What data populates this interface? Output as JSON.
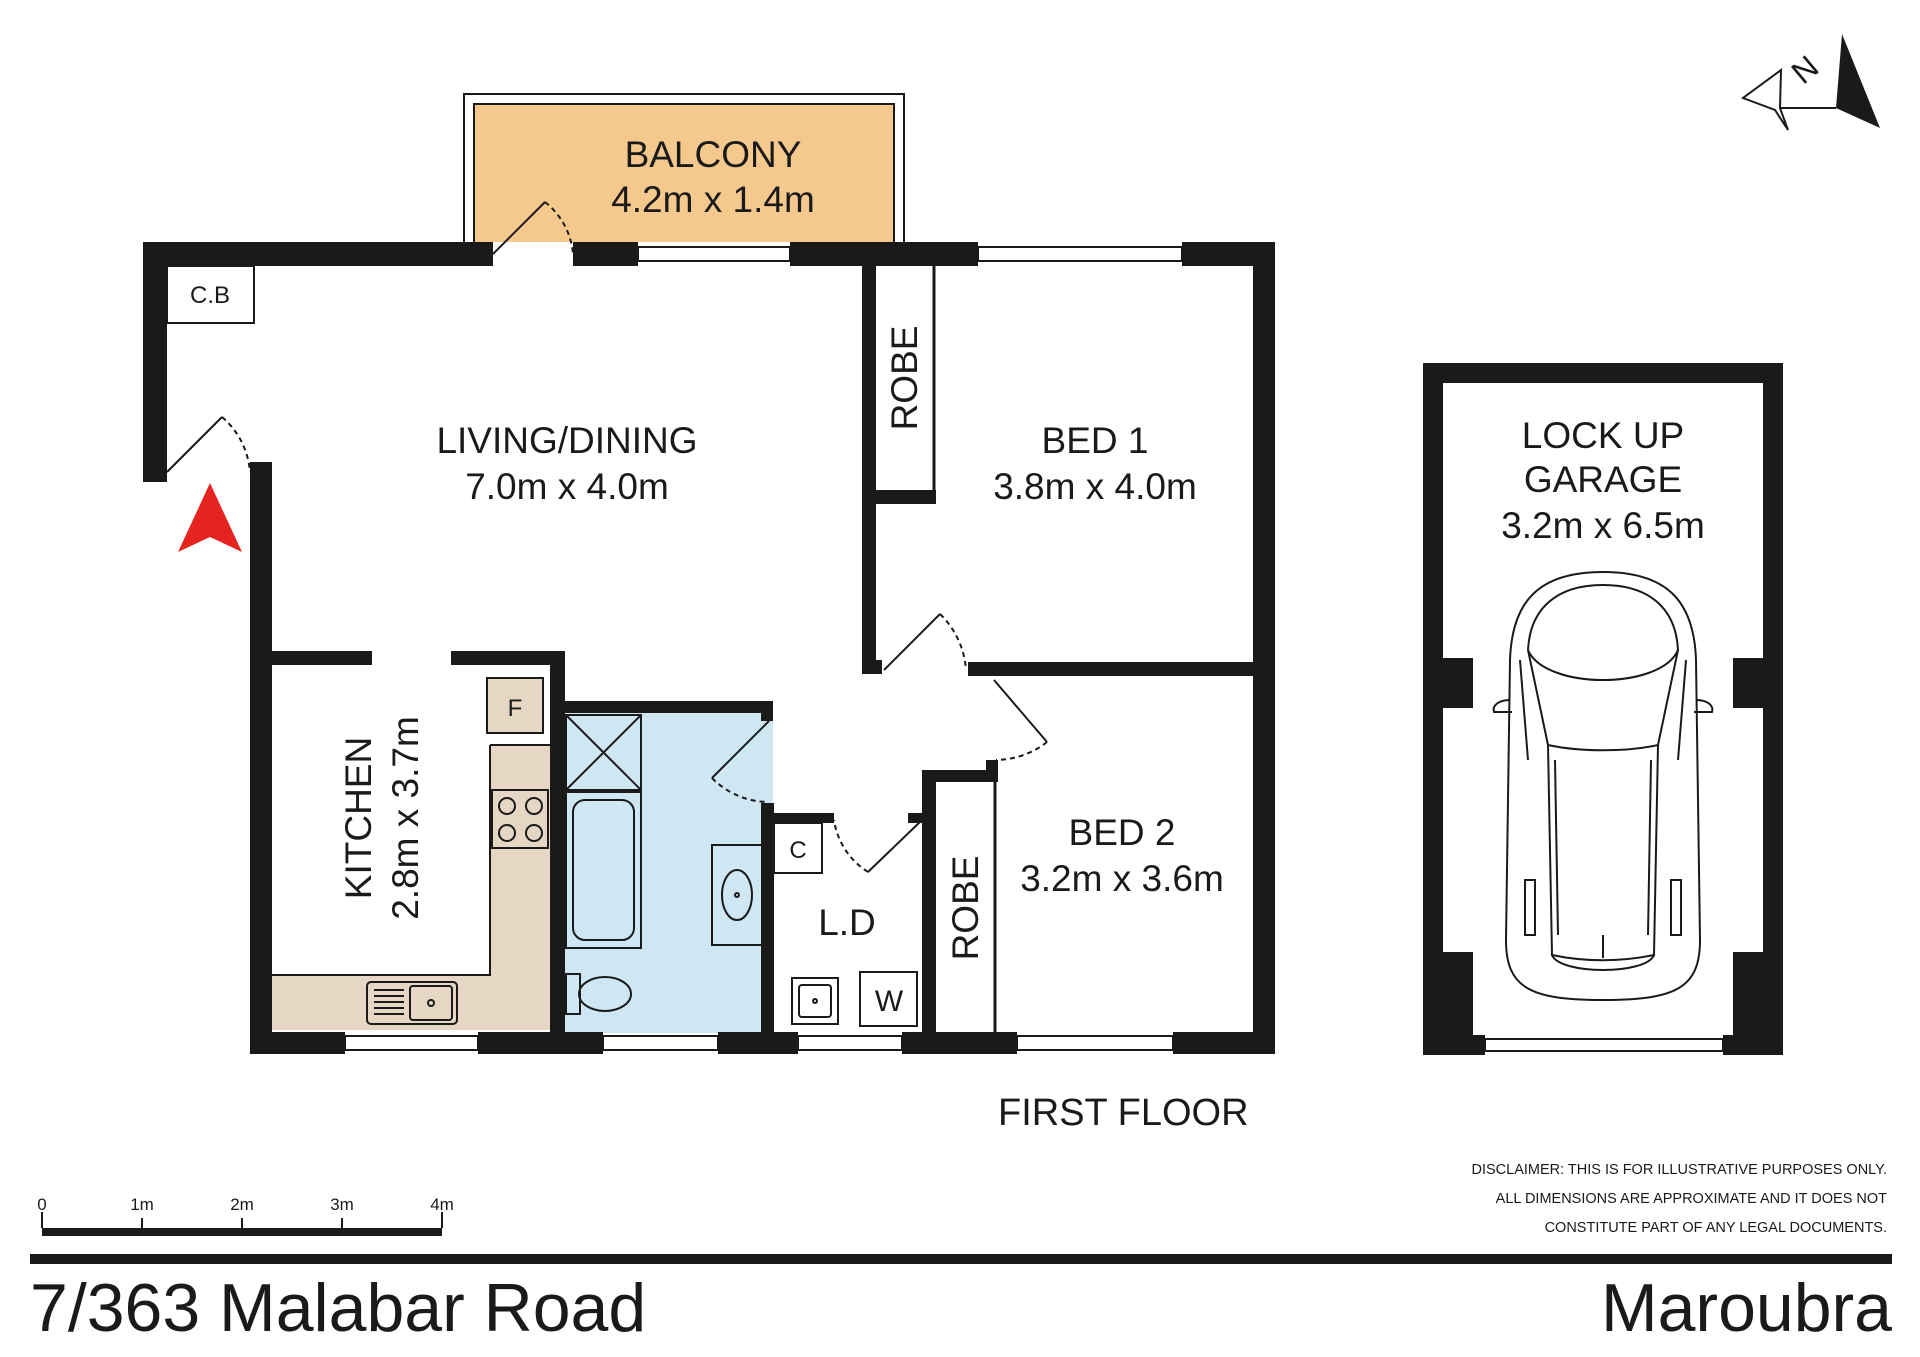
{
  "rooms": {
    "balcony": {
      "name": "BALCONY",
      "dims": "4.2m x 1.4m"
    },
    "living": {
      "name": "LIVING/DINING",
      "dims": "7.0m x 4.0m"
    },
    "bed1": {
      "name": "BED 1",
      "dims": "3.8m x 4.0m"
    },
    "bed2": {
      "name": "BED 2",
      "dims": "3.2m x 3.6m"
    },
    "kitchen": {
      "name": "KITCHEN",
      "dims": "2.8m x 3.7m"
    },
    "laundry": {
      "name": "L.D"
    },
    "robe1": "ROBE",
    "robe2": "ROBE",
    "garage": {
      "line1": "LOCK UP",
      "line2": "GARAGE",
      "dims": "3.2m x 6.5m"
    }
  },
  "fixtures": {
    "cb": "C.B",
    "fridge": "F",
    "cupboard": "C",
    "washer": "W"
  },
  "compass": {
    "letter": "N"
  },
  "floor_label": "FIRST FLOOR",
  "scale": {
    "ticks": [
      "0",
      "1m",
      "2m",
      "3m",
      "4m"
    ]
  },
  "disclaimer": {
    "line1": "DISCLAIMER: THIS IS FOR ILLUSTRATIVE PURPOSES ONLY.",
    "line2": "ALL DIMENSIONS ARE APPROXIMATE AND IT DOES NOT",
    "line3": "CONSTITUTE PART OF ANY LEGAL DOCUMENTS."
  },
  "address": "7/363 Malabar Road",
  "suburb": "Maroubra",
  "colors": {
    "wall": "#1a1a1a",
    "balcony_fill": "#f5c98d",
    "bathroom_fill": "#cfe7f2",
    "kitchen_bench_fill": "#e6d7c4",
    "entry_arrow": "#e52420"
  }
}
